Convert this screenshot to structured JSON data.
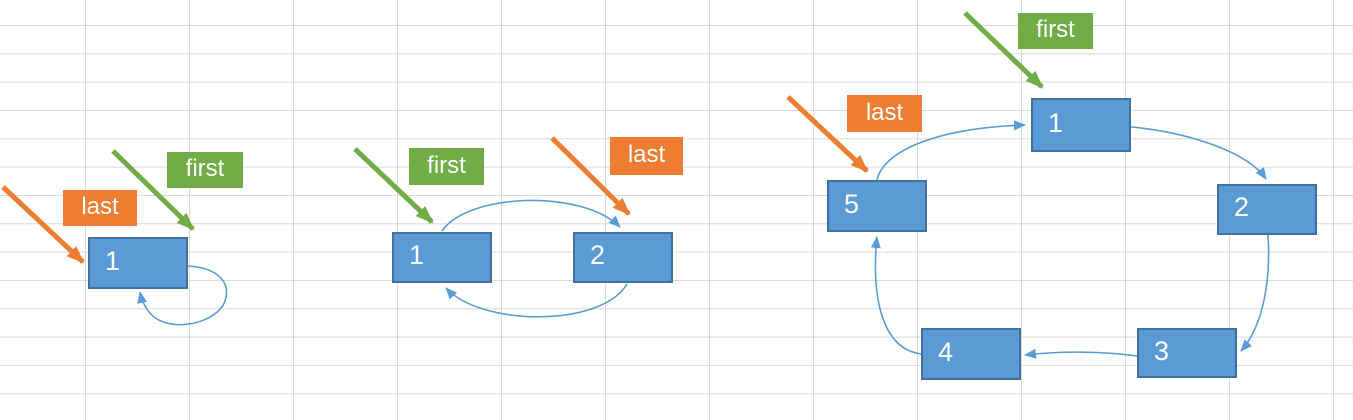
{
  "colors": {
    "node_fill": "#5b9bd5",
    "node_border": "#41719c",
    "connector_arrow": "#5b9bd5",
    "first_tag_fill": "#70ad47",
    "last_tag_fill": "#ed7d31",
    "tag_text": "#ffffff",
    "grid_line": "#d9d9d9",
    "background": "#ffffff"
  },
  "diagrams": [
    {
      "id": "circular-list-one-node",
      "first_pointer": "first",
      "last_pointer": "last",
      "nodes": [
        "1"
      ]
    },
    {
      "id": "circular-list-two-nodes",
      "first_pointer": "first",
      "last_pointer": "last",
      "nodes": [
        "1",
        "2"
      ]
    },
    {
      "id": "circular-list-five-nodes",
      "first_pointer": "first",
      "last_pointer": "last",
      "nodes": [
        "1",
        "2",
        "3",
        "4",
        "5"
      ]
    }
  ]
}
